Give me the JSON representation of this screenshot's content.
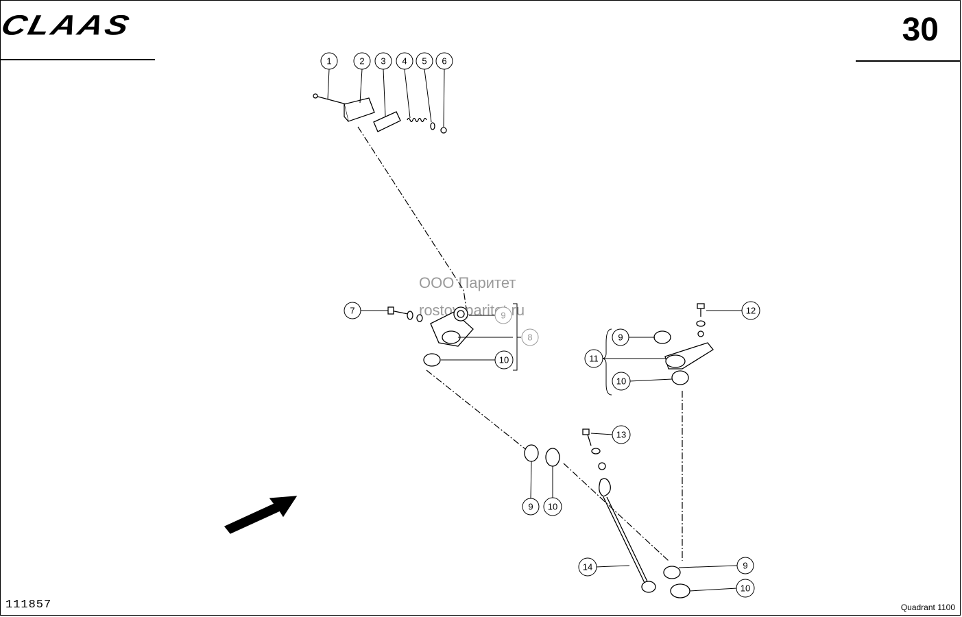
{
  "header": {
    "brand": "CLAAS",
    "page_number": "30"
  },
  "footer": {
    "drawing_number": "111857",
    "model": "Quadrant 1100"
  },
  "watermark": {
    "line1": "ООО Паритет",
    "line2": "rostov-paritet.ru"
  },
  "callouts": [
    {
      "id": "c1",
      "label": "1"
    },
    {
      "id": "c2",
      "label": "2"
    },
    {
      "id": "c3",
      "label": "3"
    },
    {
      "id": "c4",
      "label": "4"
    },
    {
      "id": "c5",
      "label": "5"
    },
    {
      "id": "c6",
      "label": "6"
    },
    {
      "id": "c7",
      "label": "7"
    },
    {
      "id": "c9a",
      "label": "9"
    },
    {
      "id": "c8",
      "label": "8"
    },
    {
      "id": "c10a",
      "label": "10"
    },
    {
      "id": "c12",
      "label": "12"
    },
    {
      "id": "c9b",
      "label": "9"
    },
    {
      "id": "c11",
      "label": "11"
    },
    {
      "id": "c10b",
      "label": "10"
    },
    {
      "id": "c13",
      "label": "13"
    },
    {
      "id": "c9c",
      "label": "9"
    },
    {
      "id": "c10c",
      "label": "10"
    },
    {
      "id": "c14",
      "label": "14"
    },
    {
      "id": "c9d",
      "label": "9"
    },
    {
      "id": "c10d",
      "label": "10"
    }
  ]
}
